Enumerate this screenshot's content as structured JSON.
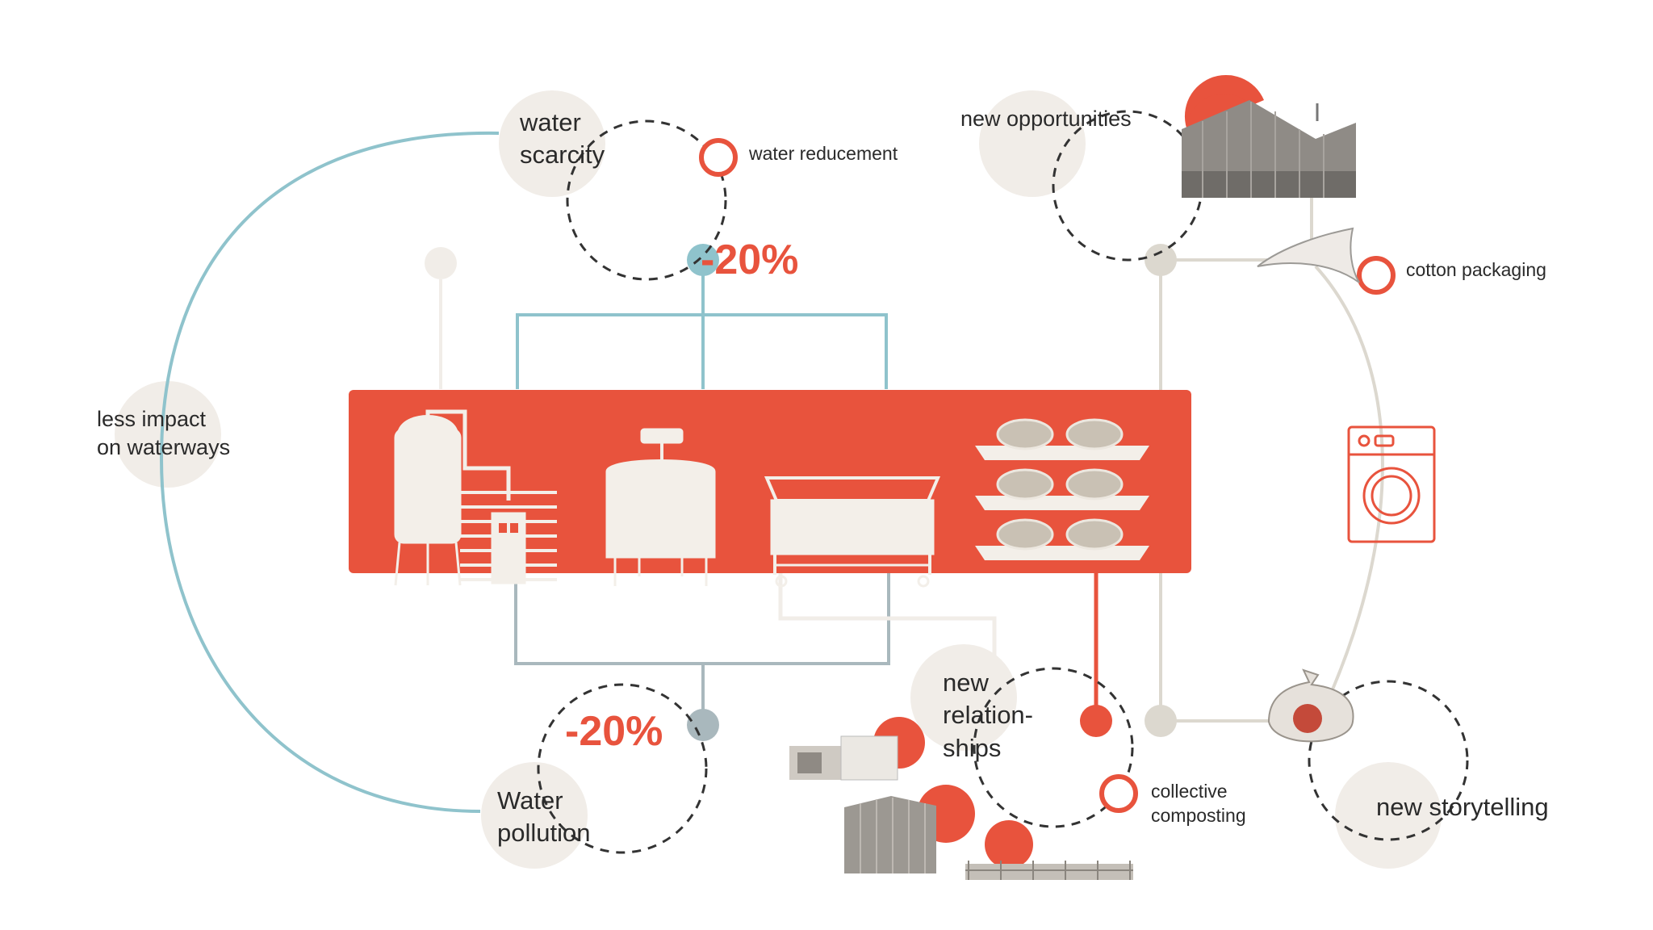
{
  "labels": {
    "water_scarcity": "water\nscarcity",
    "water_reducement": "water reducement",
    "less_impact": "less impact\non waterways",
    "water_pollution": "Water\npollution",
    "new_opportunities": "new opportunities",
    "cotton_packaging": "cotton packaging",
    "new_relationships": "new\nrelation-\nships",
    "collective_composting": "collective\ncomposting",
    "new_storytelling": "new storytelling"
  },
  "percentages": {
    "top": "-20%",
    "bottom": "-20%"
  },
  "colors": {
    "accent": "#e8533d",
    "teal": "#8fc3cc",
    "grey_blue": "#a9b8bd",
    "beige": "#dcd8cf",
    "cream": "#f1ede8",
    "dash": "#333333"
  },
  "icons": [
    "storage-tank-icon",
    "cheese-vat-icon",
    "draining-table-icon",
    "cheese-shelves-icon",
    "washing-machine-icon",
    "cotton-sack-icon",
    "warehouse-photo",
    "barn-photo",
    "fence-photo"
  ]
}
